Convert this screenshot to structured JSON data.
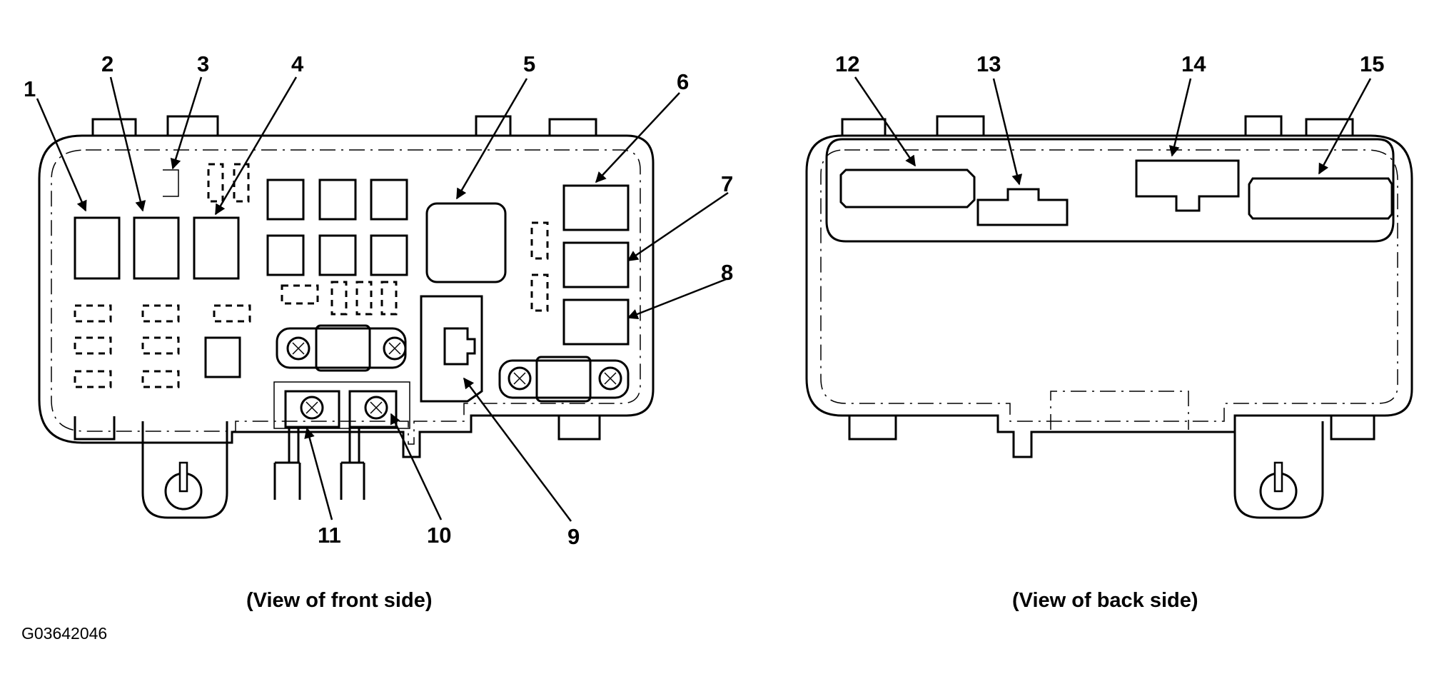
{
  "callouts": {
    "c1": "1",
    "c2": "2",
    "c3": "3",
    "c4": "4",
    "c5": "5",
    "c6": "6",
    "c7": "7",
    "c8": "8",
    "c9": "9",
    "c10": "10",
    "c11": "11",
    "c12": "12",
    "c13": "13",
    "c14": "14",
    "c15": "15"
  },
  "captions": {
    "front": "(View of front side)",
    "back": "(View of back side)"
  },
  "figure_id": "G03642046"
}
